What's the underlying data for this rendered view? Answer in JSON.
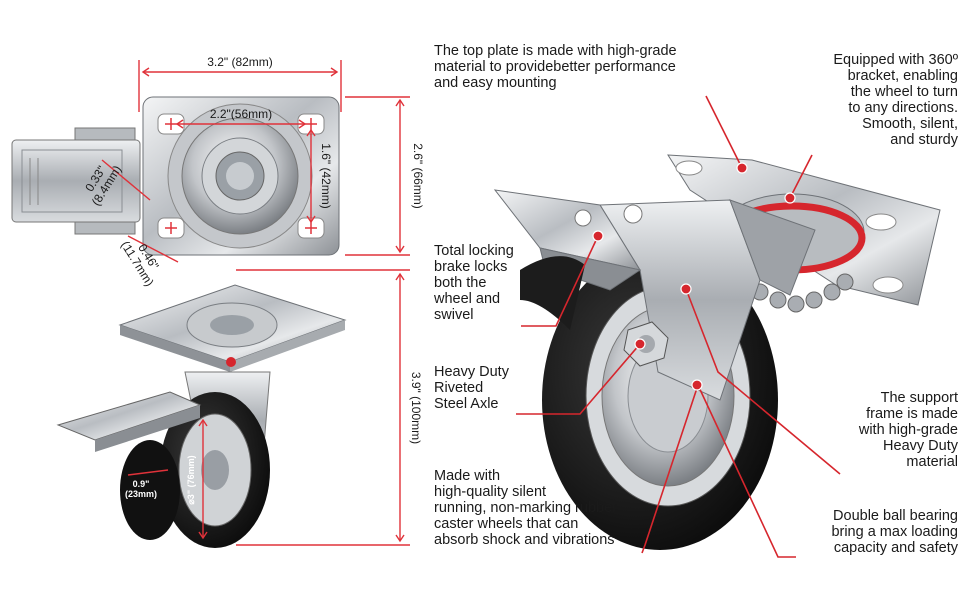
{
  "dimensions": {
    "plate_width": "3.2\" (82mm)",
    "hole_spacing_width": "2.2\"(56mm)",
    "hole_spacing_height": "1.6\" (42mm)",
    "plate_height": "2.6\" (66mm)",
    "hole_diameter": "0.33\"\n(8.4mm)",
    "plate_thickness": "0.46\"\n(11.7mm)",
    "total_height": "3.9\" (100mm)",
    "wheel_width": "0.9\"",
    "wheel_width_mm": "(23mm)",
    "wheel_diameter": "⌀3\" (76mm)"
  },
  "callouts": {
    "top_plate": "The top plate is made with high-grade\nmaterial to providebetter performance\nand easy mounting",
    "bracket": "Equipped with 360º\nbracket, enabling\nthe wheel to turn\nto any directions.\nSmooth, silent,\nand sturdy",
    "brake": "Total locking\nbrake locks\nboth the\nwheel and\nswivel",
    "axle": "Heavy Duty\nRiveted\nSteel Axle",
    "support_frame": "The support\nframe is made\nwith high-grade\nHeavy Duty\nmaterial",
    "wheels": "Made with\nhigh-quality silent\nrunning, non-marking rubber\ncaster wheels that can\nabsorb shock and vibrations",
    "bearing": "Double ball bearing\nbring a max loading\ncapacity and safety"
  },
  "colors": {
    "leader_line": "#d6262d",
    "dim_line": "#e0323a",
    "text": "#1a1a1a",
    "metal": "#c9ccd0",
    "rubber": "#1b1b1b"
  }
}
